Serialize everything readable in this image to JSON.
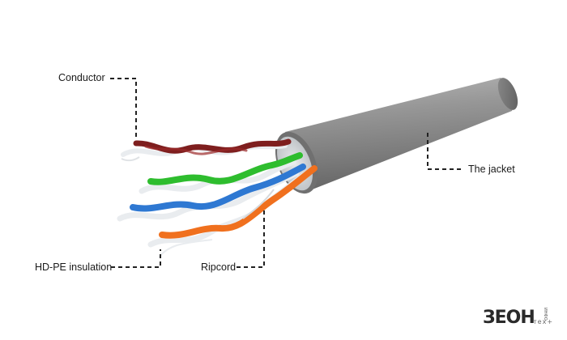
{
  "labels": {
    "conductor": "Conductor",
    "jacket": "The jacket",
    "insulation": "HD-PE insulation",
    "ripcord": "Ripcord"
  },
  "logo": {
    "mark": "ЗЕОН",
    "subtitle": "тех+",
    "vertical": "ИНФО"
  },
  "colors": {
    "jacket": "#8d8d8d",
    "brown_pair": "#7e1e1e",
    "green_pair": "#2ebd2e",
    "blue_pair": "#2e78d2",
    "orange_pair": "#f0701e",
    "white_stripe": "#e9ecef",
    "leader_line": "#222222"
  }
}
